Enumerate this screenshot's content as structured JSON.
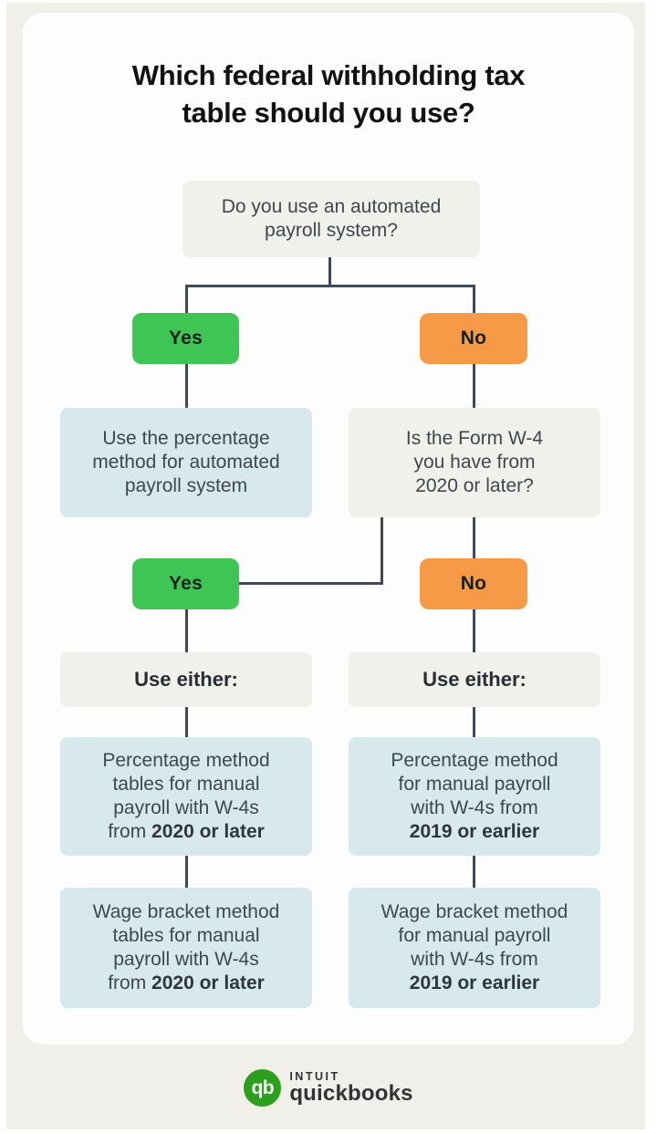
{
  "colors": {
    "outer_background": "#f0efe9",
    "card_background": "#fdfdfd",
    "yes_green": "#3ec553",
    "no_orange": "#f69a47",
    "result_blue_box": "#d8e9ee",
    "question_gray_box": "#f1f1ec",
    "connector_line": "#3e4959",
    "body_text": "#3f474e",
    "quickbooks_green": "#2ca01c"
  },
  "title": {
    "lines": [
      [
        {
          "t": "Which federal withholding tax"
        }
      ],
      [
        {
          "t": "table should you use?"
        }
      ]
    ]
  },
  "flowchart": {
    "q_automated": {
      "lines": [
        [
          {
            "t": "Do you use an automated"
          }
        ],
        [
          {
            "t": "payroll system?"
          }
        ]
      ]
    },
    "yes1": {
      "label": "Yes"
    },
    "no1": {
      "label": "No"
    },
    "result_automated": {
      "lines": [
        [
          {
            "t": "Use the percentage"
          }
        ],
        [
          {
            "t": "method for automated"
          }
        ],
        [
          {
            "t": "payroll system"
          }
        ]
      ]
    },
    "q_w4": {
      "lines": [
        [
          {
            "t": "Is the Form W-4"
          }
        ],
        [
          {
            "t": "you have from"
          }
        ],
        [
          {
            "t": "2020 or later?"
          }
        ]
      ]
    },
    "yes2": {
      "label": "Yes"
    },
    "no2": {
      "label": "No"
    },
    "use_either_left": {
      "label": "Use either:"
    },
    "use_either_right": {
      "label": "Use either:"
    },
    "percentage_2020": {
      "lines": [
        [
          {
            "t": "Percentage method"
          }
        ],
        [
          {
            "t": "tables for manual"
          }
        ],
        [
          {
            "t": "payroll with W-4s"
          }
        ],
        [
          {
            "t": "from "
          },
          {
            "t": "2020 or later",
            "b": true
          }
        ]
      ]
    },
    "percentage_2019": {
      "lines": [
        [
          {
            "t": "Percentage method"
          }
        ],
        [
          {
            "t": "for manual payroll"
          }
        ],
        [
          {
            "t": "with W-4s from"
          }
        ],
        [
          {
            "t": "2019 or earlier",
            "b": true
          }
        ]
      ]
    },
    "wage_bracket_2020": {
      "lines": [
        [
          {
            "t": "Wage bracket method"
          }
        ],
        [
          {
            "t": "tables for manual"
          }
        ],
        [
          {
            "t": "payroll with W-4s"
          }
        ],
        [
          {
            "t": "from "
          },
          {
            "t": "2020 or later",
            "b": true
          }
        ]
      ]
    },
    "wage_bracket_2019": {
      "lines": [
        [
          {
            "t": "Wage bracket method"
          }
        ],
        [
          {
            "t": "for manual payroll"
          }
        ],
        [
          {
            "t": "with W-4s from"
          }
        ],
        [
          {
            "t": "2019 or earlier",
            "b": true
          }
        ]
      ]
    }
  },
  "footer": {
    "logo_glyph": "qb",
    "brand_top": "INTUIT",
    "brand_bottom": "quickbooks"
  }
}
